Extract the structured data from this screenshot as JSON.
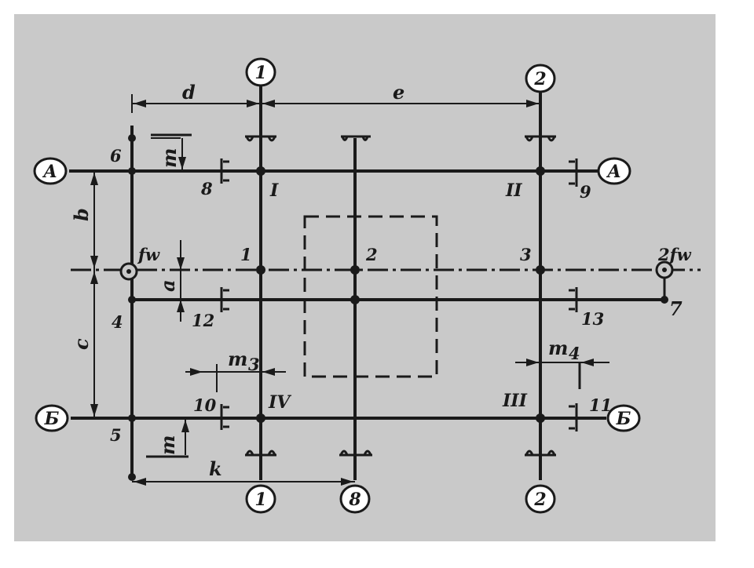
{
  "colors": {
    "panel": "#c9c9c9",
    "ink": "#1a1a1a",
    "page": "#ffffff"
  },
  "axes": {
    "top_1": "1",
    "top_2": "2",
    "bottom_1": "1",
    "bottom_8": "8",
    "bottom_2": "2",
    "left_A": "A",
    "right_A": "A",
    "left_B": "Б",
    "right_B": "Б"
  },
  "dimensions": {
    "d": "d",
    "e": "e",
    "b": "b",
    "c": "c",
    "a": "a",
    "k": "k",
    "m1": "m",
    "m2": "m",
    "m3": "m",
    "m3_sub": "3",
    "m4": "m",
    "m4_sub": "4"
  },
  "romans": {
    "I": "I",
    "II": "II",
    "III": "III",
    "IV": "IV"
  },
  "points": {
    "p1": "1",
    "p2": "2",
    "p3": "3",
    "p4": "4",
    "p5": "5",
    "p6": "6",
    "p7": "7",
    "p8": "8",
    "p9": "9",
    "p10": "10",
    "p11": "11",
    "p12": "12",
    "p13": "13",
    "fw": "fw",
    "fw2": "2fw"
  }
}
